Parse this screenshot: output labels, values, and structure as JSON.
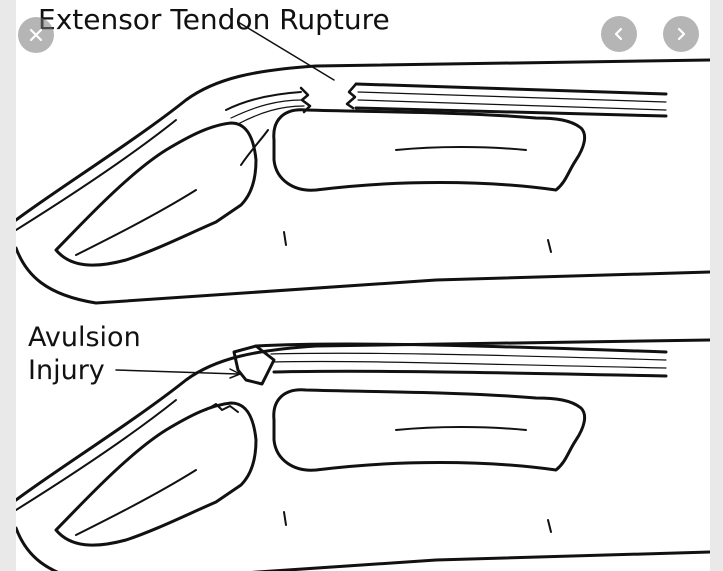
{
  "image": {
    "title_label": "Extensor Tendon Rupture",
    "avulsion_label_line1": "Avulsion",
    "avulsion_label_line2": "Injury"
  },
  "controls": {
    "close_icon": "close-icon",
    "prev_icon": "chevron-left-icon",
    "next_icon": "chevron-right-icon"
  },
  "colors": {
    "background": "#e9e9e9",
    "canvas": "#ffffff",
    "line": "#111111",
    "button_overlay": "#787878"
  }
}
